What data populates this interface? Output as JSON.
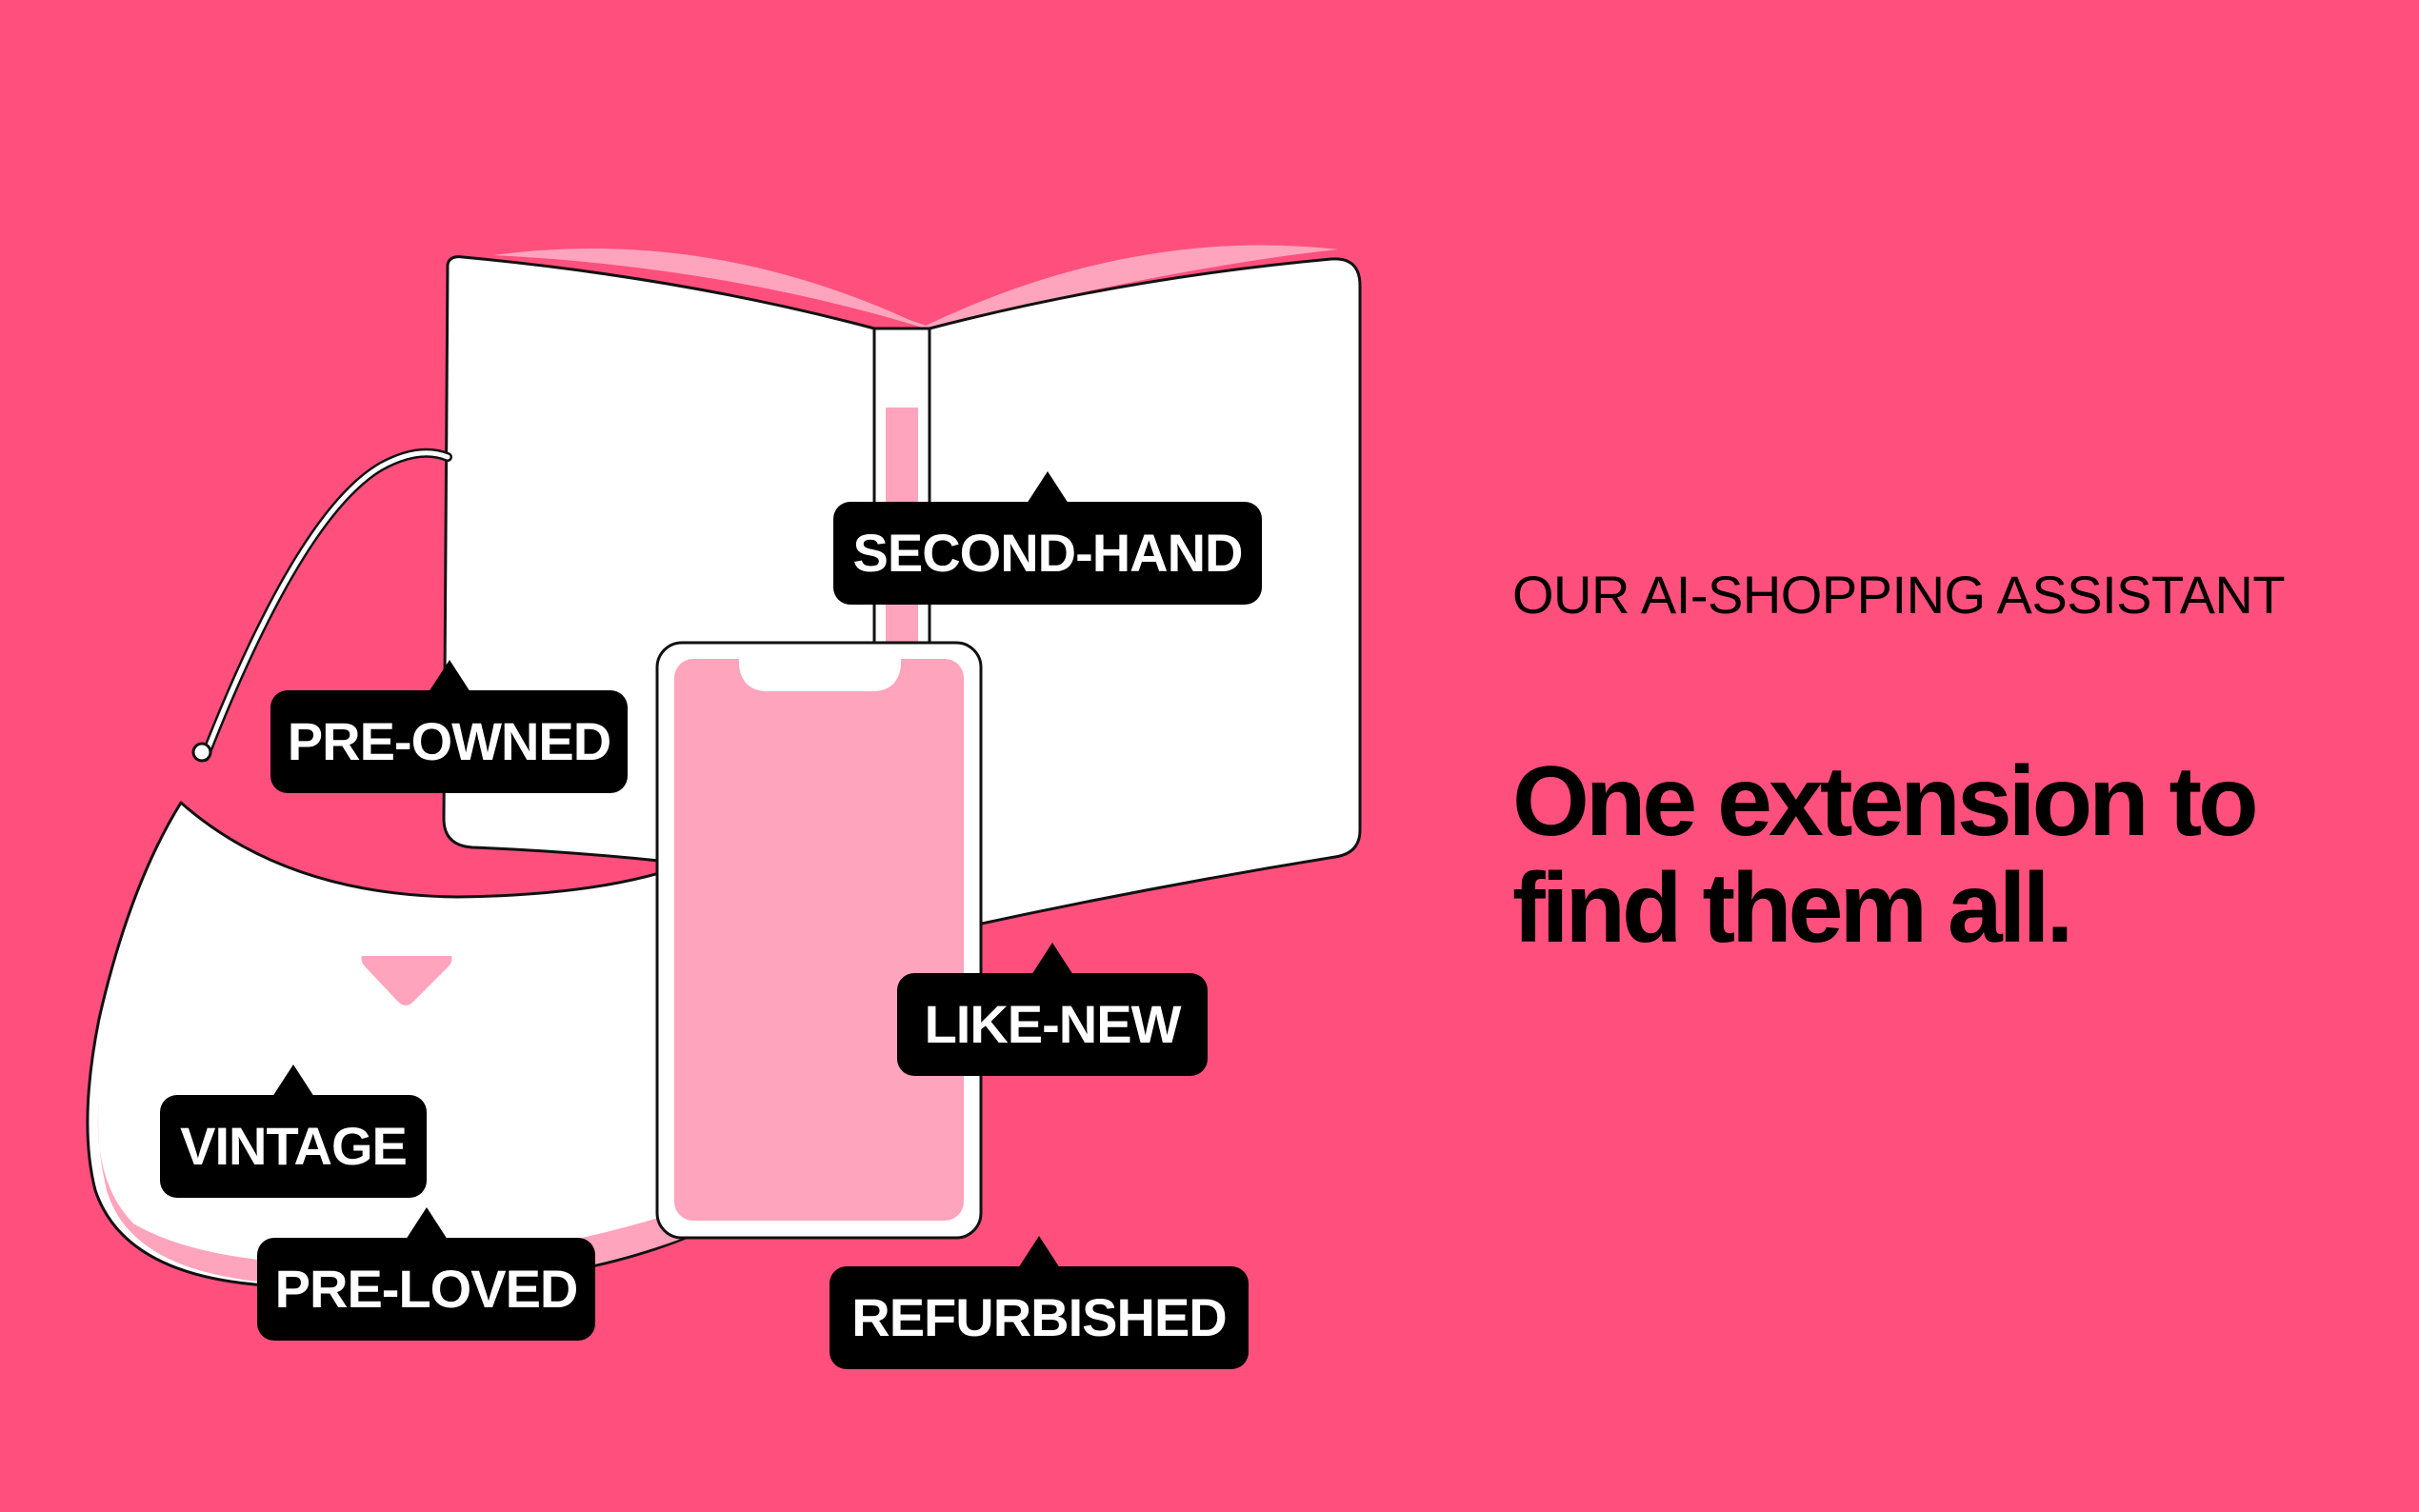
{
  "colors": {
    "background": "#ff507d",
    "light_pink": "#ffa4bc",
    "white": "#ffffff",
    "outline": "#111111",
    "tag_background": "#000000",
    "tag_text": "#ffffff",
    "text": "#000000"
  },
  "illustration": {
    "items": [
      "book-icon",
      "handbag-icon",
      "smartphone-icon"
    ]
  },
  "tags": {
    "second_hand": "SECOND-HAND",
    "pre_owned": "PRE-OWNED",
    "like_new": "LIKE-NEW",
    "vintage": "VINTAGE",
    "pre_loved": "PRE-LOVED",
    "refurbished": "REFURBISHED"
  },
  "hero": {
    "eyebrow": "OUR AI-SHOPPING ASSISTANT",
    "headline_line1": "One extension to",
    "headline_line2": "find them all."
  }
}
